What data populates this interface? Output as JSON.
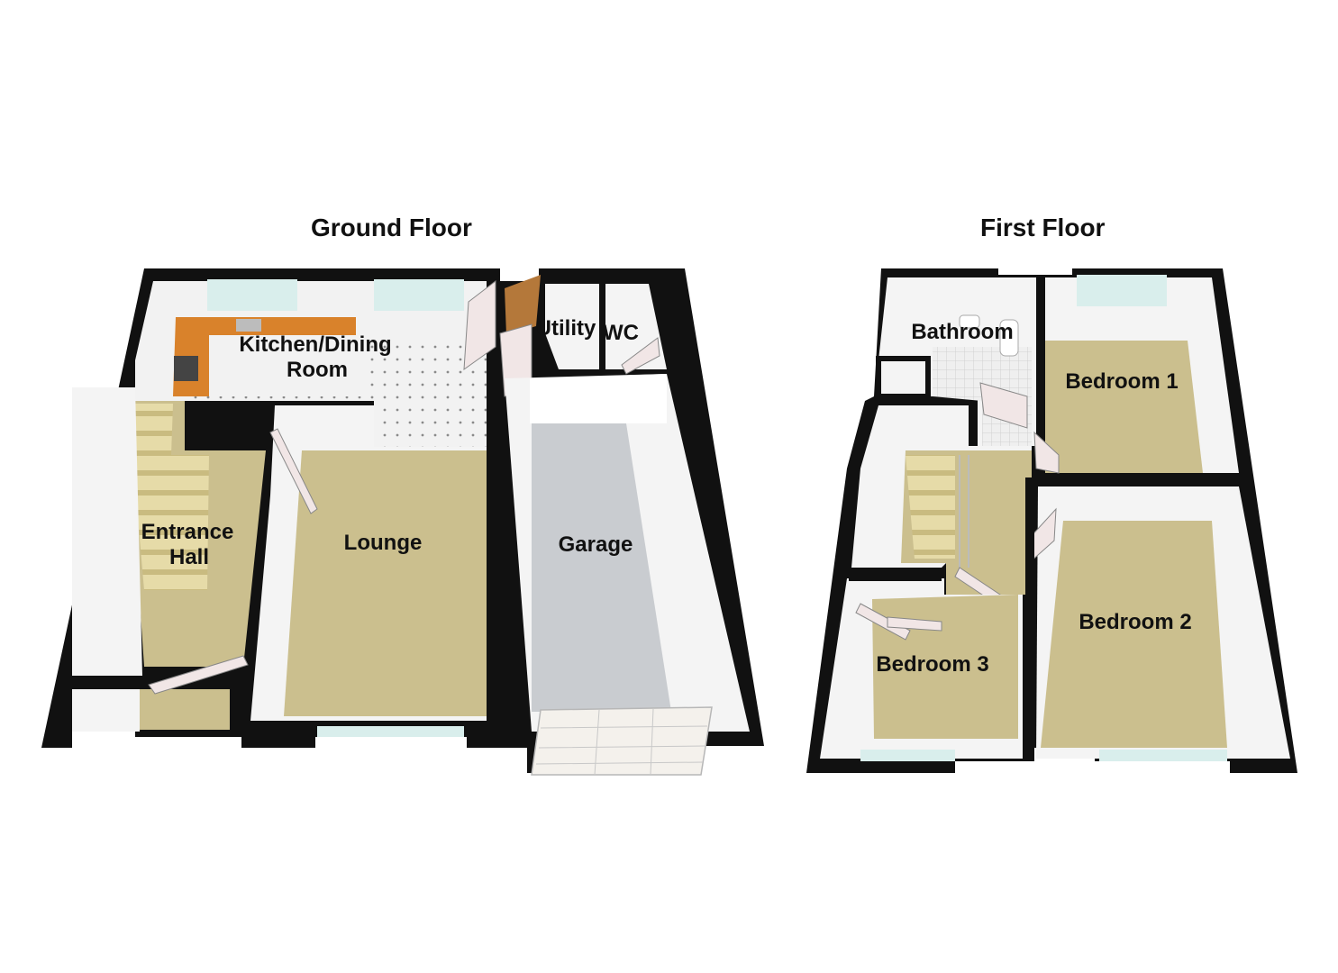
{
  "titles": {
    "ground": "Ground Floor",
    "first": "First Floor"
  },
  "rooms": {
    "kitchen_line1": "Kitchen/Dining",
    "kitchen_line2": "Room",
    "utility": "Utility",
    "wc": "WC",
    "entrance_line1": "Entrance",
    "entrance_line2": "Hall",
    "lounge": "Lounge",
    "garage": "Garage",
    "bathroom": "Bathroom",
    "bedroom1": "Bedroom 1",
    "bedroom2": "Bedroom 2",
    "bedroom3": "Bedroom 3"
  },
  "colors": {
    "wall": "#111111",
    "carpet": "#cbbf8e",
    "garage_floor": "#c9ccd0",
    "tile": "#eeeeee",
    "worktop": "#d9822b",
    "stairs": "#e3d7a4",
    "wall_interior": "#f4f4f4",
    "window": "#cfe8e6",
    "door": "#f1e6e6"
  }
}
